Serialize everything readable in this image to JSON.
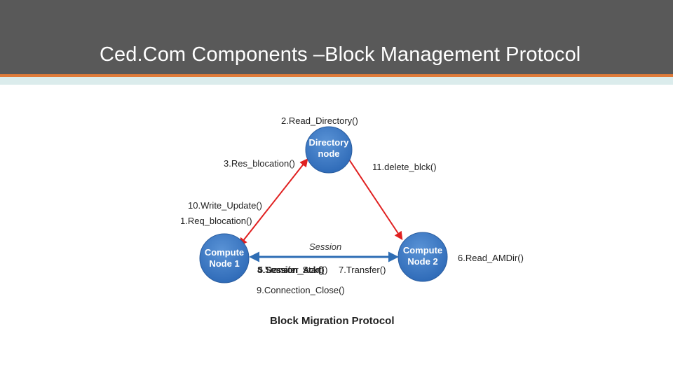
{
  "slide": {
    "title": "Ced.Com Components –Block Management Protocol"
  },
  "nodes": {
    "directory": {
      "line1": "Directory",
      "line2": "node"
    },
    "compute1": {
      "line1": "Compute",
      "line2": "Node 1"
    },
    "compute2": {
      "line1": "Compute",
      "line2": "Node 2"
    }
  },
  "labels": {
    "read_directory": "2.Read_Directory()",
    "res_blocation": "3.Res_blocation()",
    "delete_blck": "11.delete_blck()",
    "write_update": "10.Write_Update()",
    "req_blocation": "1.Req_blocation()",
    "session": "Session",
    "read_amdir": "6.Read_AMDir()",
    "overlap_a": "4.Session_Start()",
    "overlap_b": "5.Session_Ack()",
    "overlap_c": "8.Transfer_ack()",
    "transfer": "7.Transfer()",
    "connection_close": "9.Connection_Close()",
    "protocol_name": "Block Migration Protocol"
  },
  "colors": {
    "header_bg": "#595959",
    "accent_orange": "#e07b39",
    "accent_teal": "#dbecec",
    "node_fill": "#3b79c5",
    "red_arrow": "#e02020",
    "blue_arrow": "#2e6db4"
  }
}
